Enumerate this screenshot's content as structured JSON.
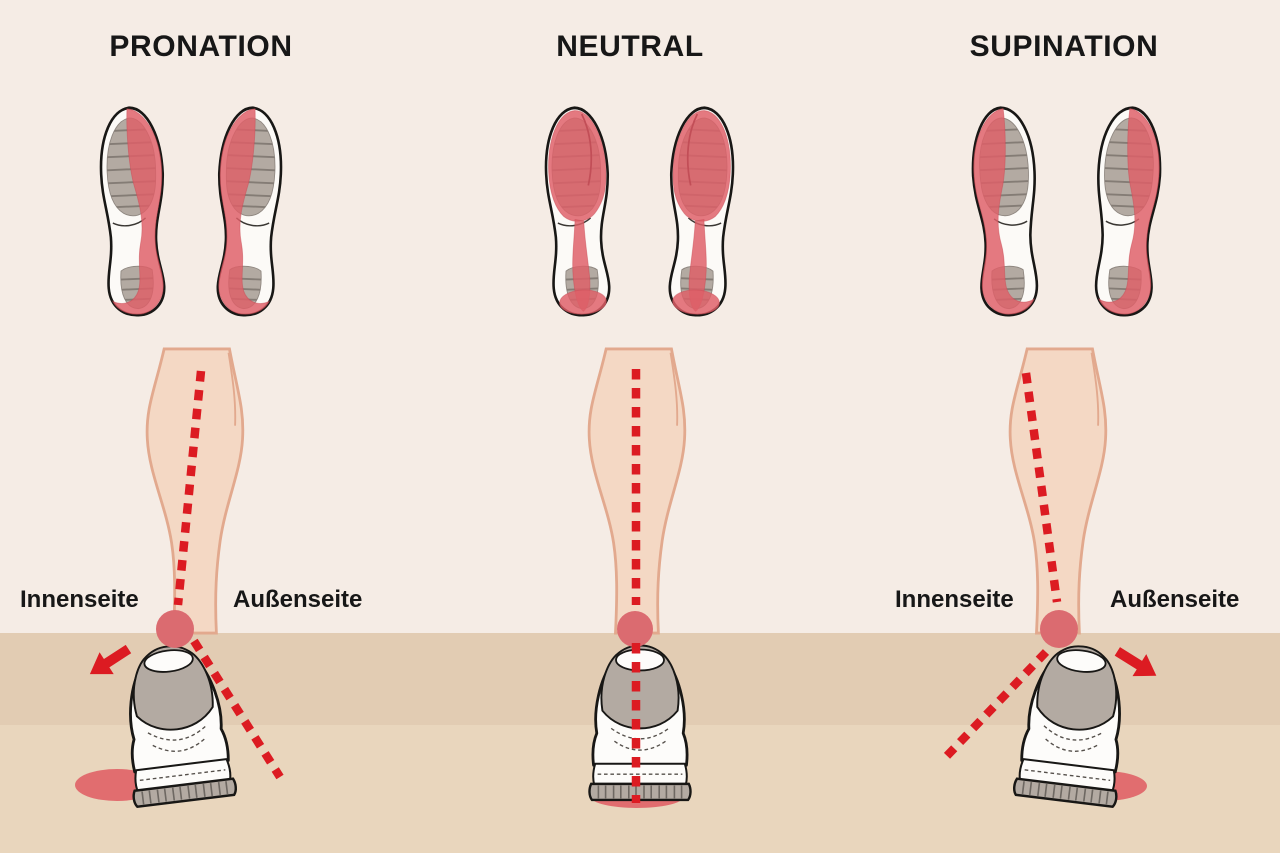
{
  "columns": [
    {
      "key": "pronation",
      "title": "PRONATION",
      "inner_label": "Innenseite",
      "outer_label": "Außenseite",
      "arrow_direction": "down-left",
      "sole_wear_pattern": "inner-edge",
      "heel_lean": "inward"
    },
    {
      "key": "neutral",
      "title": "NEUTRAL",
      "sole_wear_pattern": "even-forefoot-and-heel",
      "heel_lean": "none"
    },
    {
      "key": "supination",
      "title": "SUPINATION",
      "inner_label": "Innenseite",
      "outer_label": "Außenseite",
      "arrow_direction": "down-right",
      "sole_wear_pattern": "outer-edge",
      "heel_lean": "outward"
    }
  ],
  "colors": {
    "bg": "#f5ece5",
    "ground_upper": "#e2ccb3",
    "ground_lower": "#e9d6bd",
    "red_line": "#dc1b22",
    "wear_red": "#df5f68",
    "spot_red": "#db6b70",
    "pad_gray": "#b3aaa2",
    "outline": "#181715",
    "skin": "#f4d8c4",
    "skin_outline": "#e2a98e",
    "white": "#fcfaf7",
    "text": "#171717"
  }
}
